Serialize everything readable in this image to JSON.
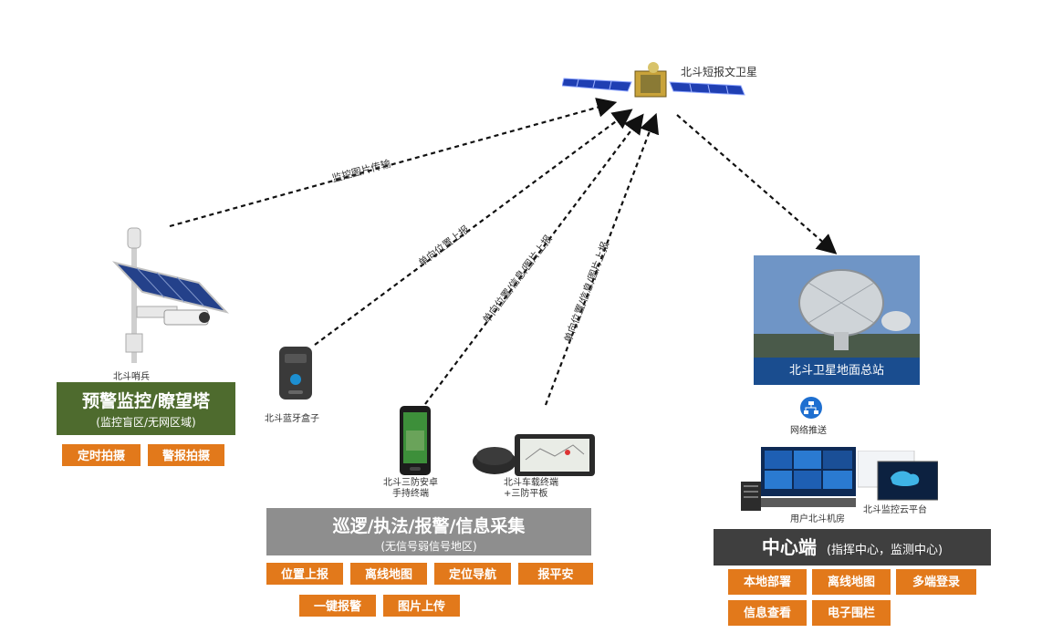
{
  "satellite": {
    "label": "北斗短报文卫星"
  },
  "links": [
    {
      "label": "监控图片传输"
    },
    {
      "label": "单向位置上报"
    },
    {
      "label": "单向位置/信息/图片上报"
    },
    {
      "label": "单向位置/信息/图片上报"
    }
  ],
  "devices": {
    "sentinel": "北斗哨兵",
    "bt_box": "北斗蓝牙盒子",
    "handheld": "北斗三防安卓\n手持终端",
    "vehicle": "北斗车载终端\n+三防平板",
    "ground_station": "北斗卫星地面总站",
    "network": "网络推送",
    "server_room": "用户北斗机房",
    "cloud": "北斗监控云平台"
  },
  "groups": {
    "watchtower": {
      "title": "预警监控/瞭望塔",
      "subtitle": "(监控盲区/无网区域)",
      "buttons": [
        "定时拍摄",
        "警报拍摄"
      ]
    },
    "patrol": {
      "title": "巡逻/执法/报警/信息采集",
      "subtitle": "(无信号弱信号地区)",
      "buttons": [
        "位置上报",
        "离线地图",
        "定位导航",
        "报平安",
        "一键报警",
        "图片上传"
      ]
    },
    "center": {
      "title": "中心端",
      "subtitle": "(指挥中心，监测中心)",
      "buttons": [
        "本地部署",
        "离线地图",
        "多端登录",
        "信息查看",
        "电子围栏"
      ]
    }
  },
  "colors": {
    "orange": "#e2791b",
    "green": "#4e6b2e",
    "grey": "#8e8e8e",
    "dark": "#3f3f3f",
    "blue": "#1a4d8f"
  }
}
